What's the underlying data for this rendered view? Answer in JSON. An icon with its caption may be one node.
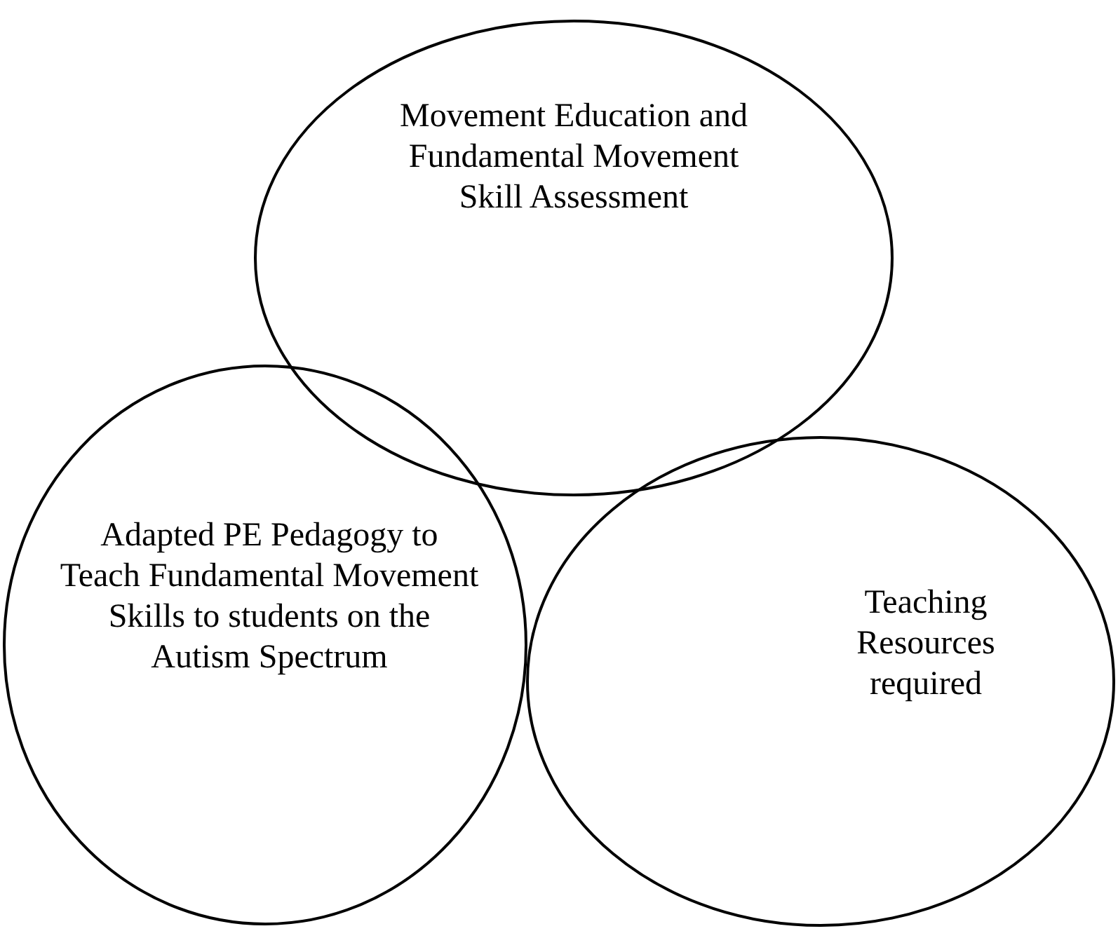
{
  "diagram": {
    "nodes": [
      {
        "text": [
          "Movement Education and Fundamental Movement Skill Assessment"
        ]
      },
      {
        "text": [
          "Adapted PE Pedagogy to Teach Fundamental Movement Skills to students on the Autism Spectrum"
        ]
      },
      {
        "text": [
          "Teaching Resources required"
        ]
      }
    ]
  }
}
